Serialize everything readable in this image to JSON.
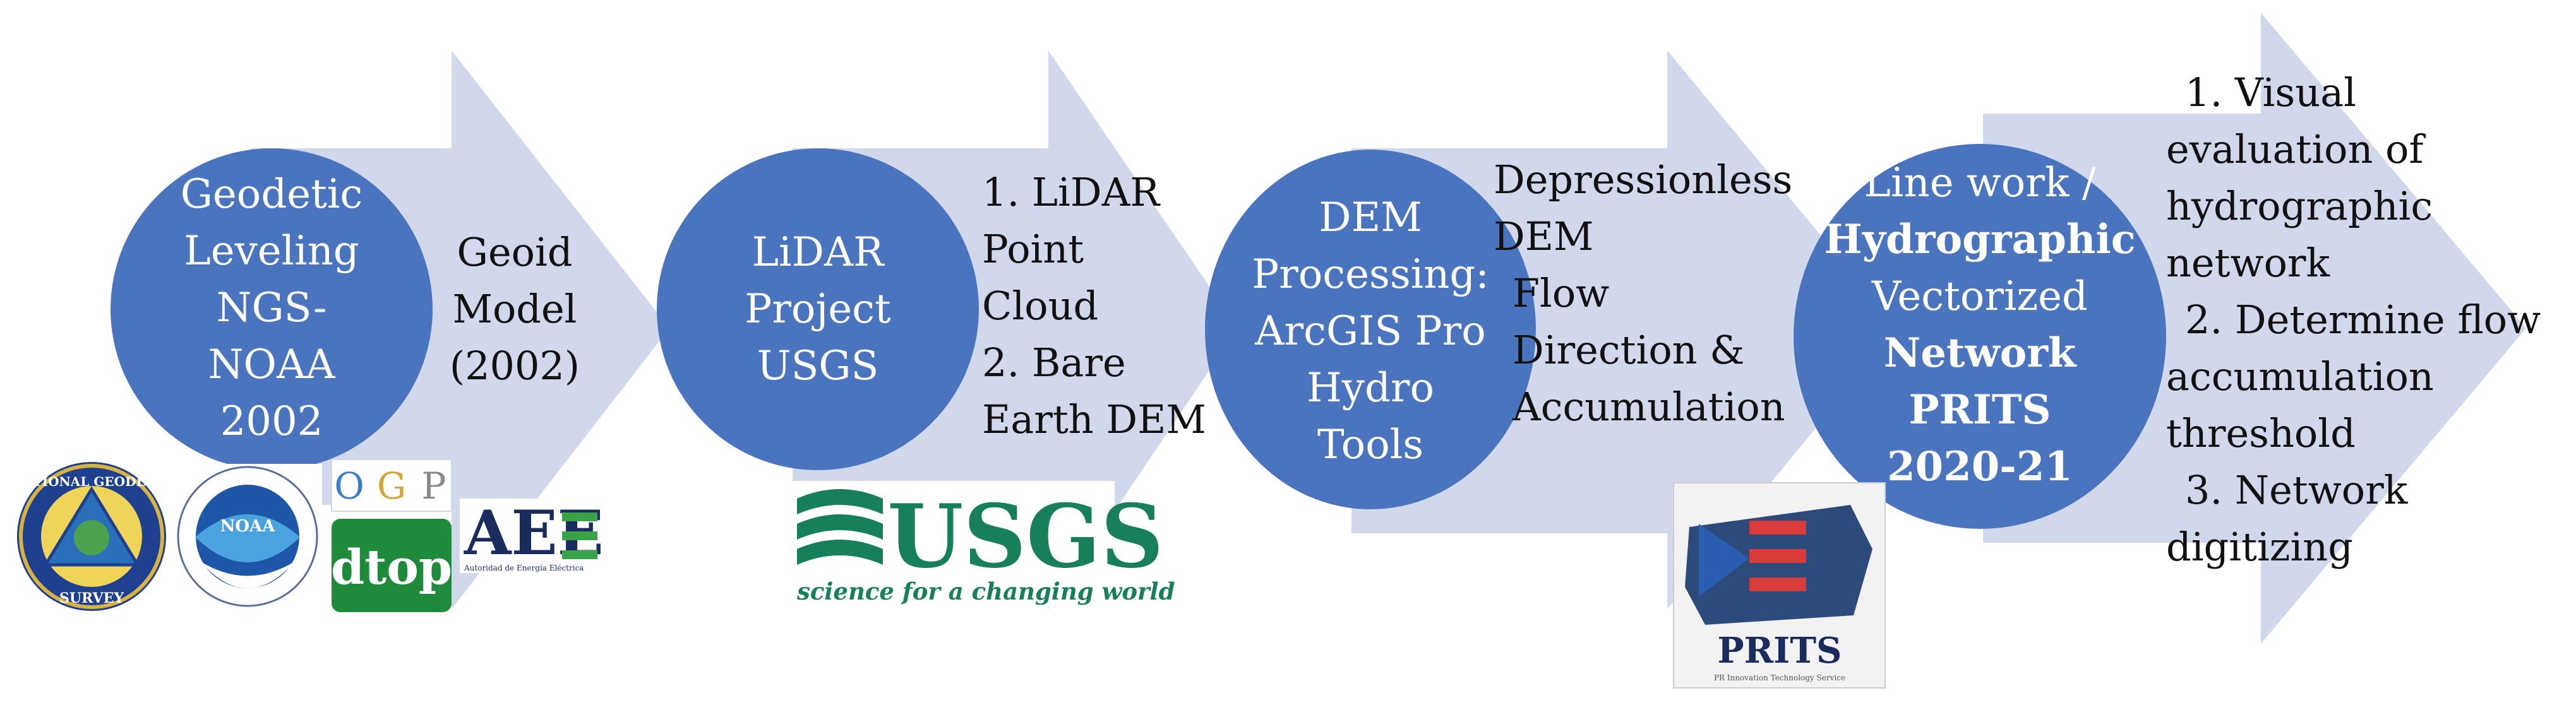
{
  "colors": {
    "arrow": "#d2d8ec",
    "circle": "#4a74bd",
    "circle_text": "#ffffff",
    "body_text": "#111111"
  },
  "stage1": {
    "circle_lines": [
      "Geodetic",
      "Leveling",
      "NGS-",
      "NOAA",
      "2002"
    ],
    "output_lines": [
      "Geoid",
      "Model",
      "(2002)"
    ]
  },
  "stage2": {
    "circle_lines": [
      "LiDAR",
      "Project",
      "USGS"
    ],
    "output_lines": [
      "1. LiDAR",
      "Point",
      "Cloud",
      "2. Bare",
      "Earth DEM"
    ]
  },
  "stage3": {
    "circle_lines": [
      "DEM",
      "Processing:",
      "ArcGIS Pro",
      "Hydro",
      "Tools"
    ],
    "output_lines": [
      "Depressionless",
      "DEM",
      "Flow",
      "Direction &",
      "Accumulation"
    ]
  },
  "stage4": {
    "circle_lines": [
      "Line work /",
      "Hydrographic",
      "Vectorized",
      "Network",
      "PRITS",
      "2020-21"
    ],
    "output_lines": [
      "1. Visual",
      "evaluation of",
      "hydrographic",
      "network",
      "2. Determine flow",
      "accumulation",
      "threshold",
      "3. Network",
      "digitizing"
    ]
  },
  "logos": {
    "ngs_top": "NATIONAL GEODETIC",
    "ngs_bottom": "SURVEY",
    "noaa": "NOAA",
    "ogp_o": "O",
    "ogp_g": "G",
    "ogp_p": "P",
    "dtop": "dtop",
    "aee": "AEE",
    "aee_caption": "Autoridad de Energía Eléctrica",
    "usgs": "USGS",
    "usgs_tagline": "science for a changing world",
    "prits": "PRITS",
    "prits_caption": "PR Innovation Technology Service"
  }
}
